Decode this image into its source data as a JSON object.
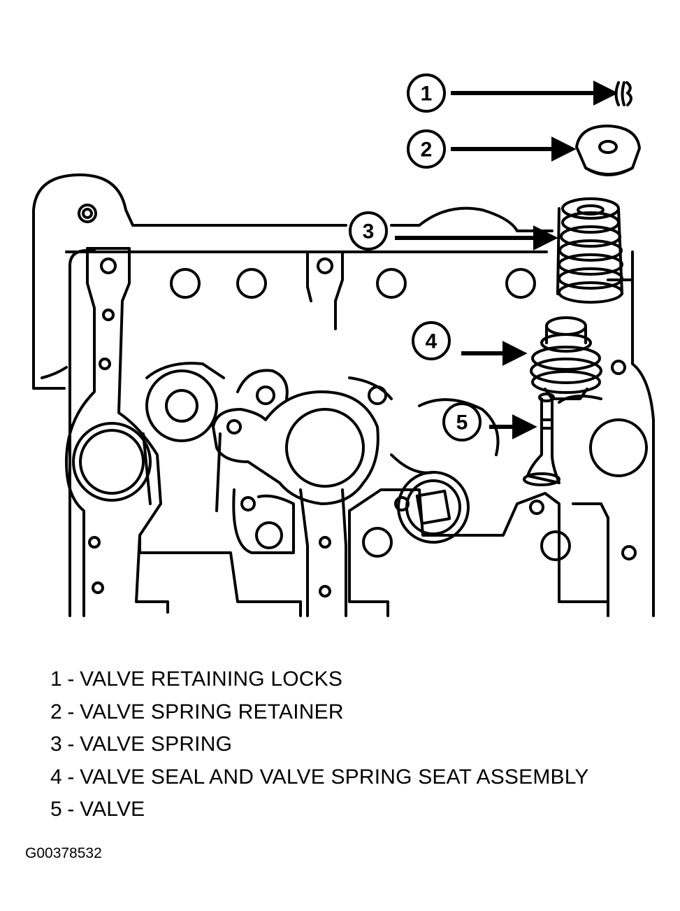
{
  "callouts": [
    {
      "num": "1",
      "desc": "VALVE RETAINING LOCKS"
    },
    {
      "num": "2",
      "desc": "VALVE SPRING RETAINER"
    },
    {
      "num": "3",
      "desc": "VALVE SPRING"
    },
    {
      "num": "4",
      "desc": "VALVE SEAL AND VALVE SPRING SEAT ASSEMBLY"
    },
    {
      "num": "5",
      "desc": "VALVE"
    }
  ],
  "figure_id": "G00378532",
  "colors": {
    "ink": "#000000",
    "paper": "#ffffff"
  }
}
